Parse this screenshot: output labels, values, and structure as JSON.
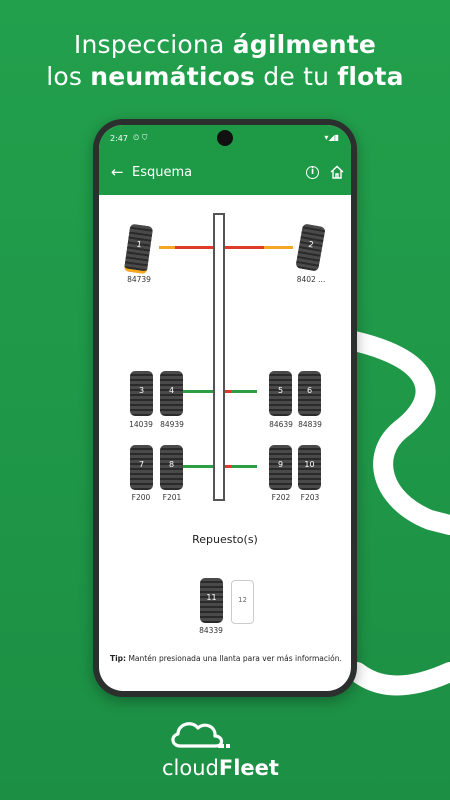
{
  "headline": {
    "line1_normal": "Inspecciona ",
    "line1_bold": "ágilmente",
    "line2_normal1": "los ",
    "line2_bold1": "neumáticos",
    "line2_normal2": " de tu ",
    "line2_bold2": "flota"
  },
  "status_bar": {
    "time": "2:47",
    "icons": "⏲ ⛉",
    "system": "▾◢▮"
  },
  "app_bar": {
    "back_icon": "←",
    "title": "Esquema",
    "info_icon": "i",
    "home_icon": "home-icon"
  },
  "tires": [
    {
      "num": "1",
      "label": "84739"
    },
    {
      "num": "2",
      "label": "8402 ..."
    },
    {
      "num": "3",
      "label": "14039"
    },
    {
      "num": "4",
      "label": "84939"
    },
    {
      "num": "5",
      "label": "84639"
    },
    {
      "num": "6",
      "label": "84839"
    },
    {
      "num": "7",
      "label": "F200"
    },
    {
      "num": "8",
      "label": "F201"
    },
    {
      "num": "9",
      "label": "F202"
    },
    {
      "num": "10",
      "label": "F203"
    },
    {
      "num": "11",
      "label": "84339"
    }
  ],
  "spare": {
    "title": "Repuesto(s)",
    "empty_slot": "12"
  },
  "tip": {
    "label": "Tip:",
    "text": " Mantén presionada una llanta para ver más información."
  },
  "brand": {
    "normal": "cloud",
    "bold": "Fleet"
  },
  "colors": {
    "brand_green": "#1e9a47",
    "axle_orange": "#f5a623",
    "axle_red": "#e03b2a",
    "axle_green": "#2e9e45"
  }
}
